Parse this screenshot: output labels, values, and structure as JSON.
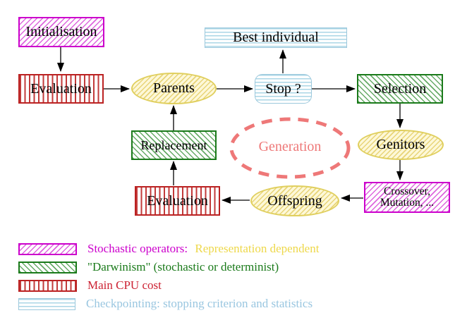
{
  "diagram": {
    "nodes": {
      "initialisation": {
        "label": "Initialisation"
      },
      "evaluation_top": {
        "label": "Evaluation"
      },
      "best_individual": {
        "label": "Best individual"
      },
      "parents": {
        "label": "Parents"
      },
      "stop": {
        "label": "Stop ?"
      },
      "selection": {
        "label": "Selection"
      },
      "replacement": {
        "label": "Replacement"
      },
      "generation": {
        "label": "Generation"
      },
      "genitors": {
        "label": "Genitors"
      },
      "evaluation_bottom": {
        "label": "Evaluation"
      },
      "crossover": {
        "line1": "Crossover,",
        "line2": "Mutation, ..."
      },
      "offspring": {
        "label": "Offspring"
      }
    },
    "colors": {
      "stochastic_magenta": "#cc00cc",
      "darwinism_green": "#1a7a1a",
      "cpu_cost_red": "#bb2222",
      "checkpoint_cyan": "#9cc8dc",
      "population_yellow": "#e0cf5e",
      "generation_salmon": "#ee7878",
      "representation_gold": "#eed84a"
    }
  },
  "legend": {
    "items": [
      {
        "swatch": "magenta-diagonal-hatch",
        "label": "Stochastic operators:",
        "label_secondary": "Representation dependent"
      },
      {
        "swatch": "green-diagonal-hatch",
        "label": "\"Darwinism\" (stochastic or determinist)"
      },
      {
        "swatch": "red-vertical-stripes",
        "label": "Main CPU cost"
      },
      {
        "swatch": "cyan-horizontal-stripes",
        "label": "Checkpointing: stopping criterion and statistics"
      }
    ]
  }
}
